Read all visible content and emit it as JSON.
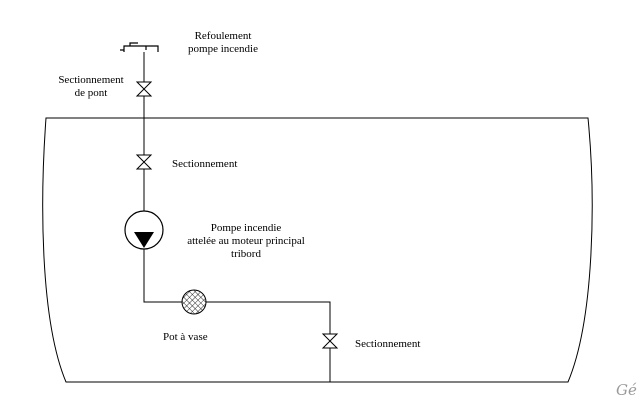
{
  "labels": {
    "refoulement_line1": "Refoulement",
    "refoulement_line2": "pompe incendie",
    "sect_pont_line1": "Sectionnement",
    "sect_pont_line2": "de pont",
    "sect_upper": "Sectionnement",
    "pompe_line1": "Pompe incendie",
    "pompe_line2": "attelée au moteur principal",
    "pompe_line3": "tribord",
    "pot_a_vase": "Pot à vase",
    "sect_lower": "Sectionnement"
  },
  "watermark": "Gé",
  "colors": {
    "stroke": "#000000",
    "watermark": "#9a9a9a"
  }
}
